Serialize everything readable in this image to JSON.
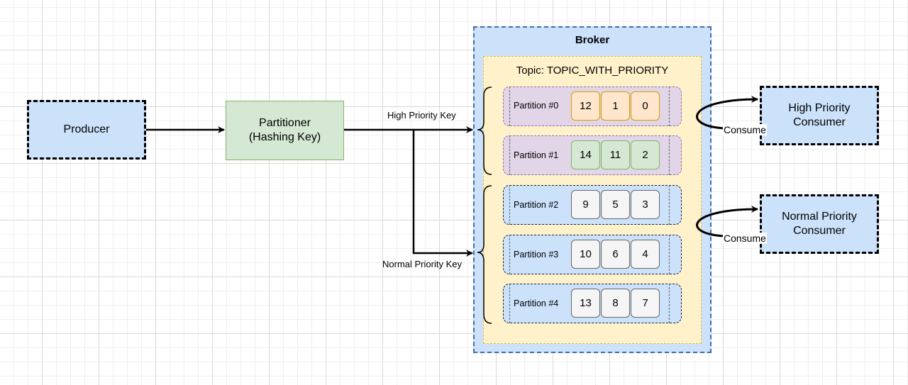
{
  "producer": {
    "label": "Producer"
  },
  "partitioner": {
    "line1": "Partitioner",
    "line2": "(Hashing Key)"
  },
  "edges": {
    "high_key": "High Priority Key",
    "normal_key": "Normal Priority Key"
  },
  "broker": {
    "title": "Broker"
  },
  "topic": {
    "title": "Topic: TOPIC_WITH_PRIORITY"
  },
  "partitions": [
    {
      "label": "Partition #0",
      "values": [
        "12",
        "1",
        "0"
      ],
      "group": "high",
      "fill": "#e1d5e7",
      "cell_fill": "#ffe6cc"
    },
    {
      "label": "Partition #1",
      "values": [
        "14",
        "11",
        "2"
      ],
      "group": "high",
      "fill": "#e1d5e7",
      "cell_fill": "#d5e8d4"
    },
    {
      "label": "Partition #2",
      "values": [
        "9",
        "5",
        "3"
      ],
      "group": "normal",
      "fill": "#cce2fb",
      "cell_fill": "#f5f5f5"
    },
    {
      "label": "Partition #3",
      "values": [
        "10",
        "6",
        "4"
      ],
      "group": "normal",
      "fill": "#cce2fb",
      "cell_fill": "#f5f5f5"
    },
    {
      "label": "Partition #4",
      "values": [
        "13",
        "8",
        "7"
      ],
      "group": "normal",
      "fill": "#cce2fb",
      "cell_fill": "#f5f5f5"
    }
  ],
  "consumers": {
    "high": {
      "line1": "High Priority",
      "line2": "Consumer",
      "consume": "Consume"
    },
    "normal": {
      "line1": "Normal Priority",
      "line2": "Consumer",
      "consume": "Consume"
    }
  },
  "colors": {
    "blue": "#cce2fb",
    "green": "#d5e8d4",
    "yellow": "#fff1c9",
    "purple": "#e1d5e7",
    "orange": "#ffe6cc"
  }
}
